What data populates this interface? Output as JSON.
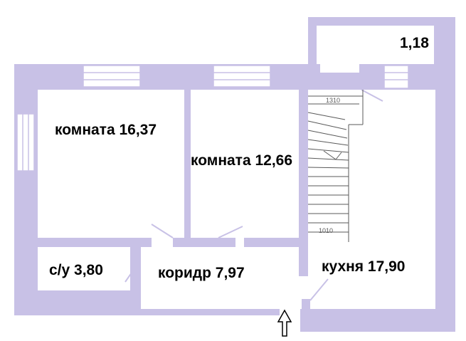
{
  "colors": {
    "wall": "#c8c1e6",
    "window": "#ffffff",
    "door_line": "#c8c1e6",
    "stairs": "#5a5a5a"
  },
  "rooms": [
    {
      "name": "room-living-1",
      "label": "комната 16,37"
    },
    {
      "name": "room-living-2",
      "label": "комната 12,66"
    },
    {
      "name": "room-balcony",
      "label": "1,18"
    },
    {
      "name": "room-bathroom",
      "label": "с/у 3,80"
    },
    {
      "name": "room-corridor",
      "label": "коридр 7,97"
    },
    {
      "name": "room-kitchen",
      "label": "кухня 17,90"
    }
  ],
  "stairs": {
    "top_mark": "1310",
    "bottom_mark": "1010"
  },
  "entrance": {
    "icon": "entrance-arrow-icon"
  }
}
